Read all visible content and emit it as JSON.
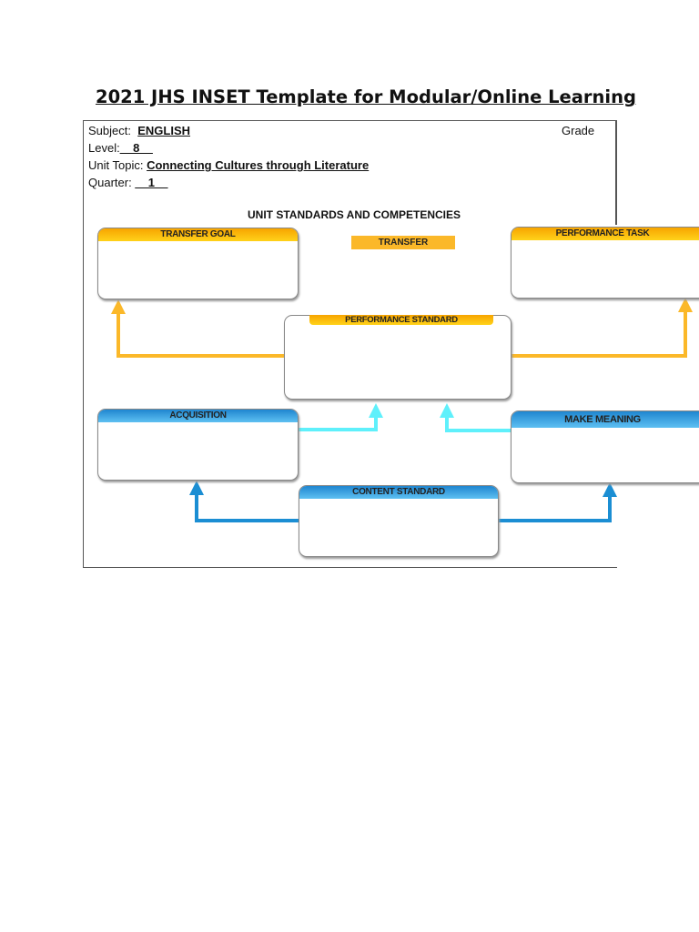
{
  "title": "2021 JHS INSET Template for Modular/Online Learning",
  "fields": {
    "subject_label": "Subject:",
    "subject_value": "ENGLISH ",
    "grade_label": "Grade",
    "level_label": "Level:",
    "level_value": "__8__",
    "topic_label": "Unit Topic:",
    "topic_value": "Connecting Cultures through Literature",
    "quarter_label": "Quarter:",
    "quarter_value": "__1__"
  },
  "diagram": {
    "heading": "UNIT STANDARDS AND COMPETENCIES",
    "transfer": "TRANSFER",
    "transfer_goal": "TRANSFER GOAL",
    "performance_task": "PERFORMANCE TASK",
    "performance_standard": "PERFORMANCE STANDARD",
    "acquisition": "ACQUISITION",
    "make_meaning": "MAKE MEANING",
    "content_standard": "CONTENT STANDARD",
    "colors": {
      "orange": "#fbb829",
      "cyan": "#5ff0fb",
      "blue": "#1b8ed3"
    }
  }
}
